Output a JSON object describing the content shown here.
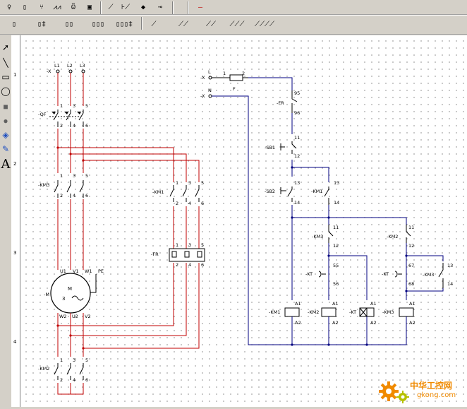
{
  "toolbar_top": {
    "icons": [
      "probe-icon",
      "fuse-icon",
      "switch-icon",
      "breaker-icon",
      "motor-icon",
      "box-icon",
      "contact-icon",
      "contact2-icon",
      "diode-icon",
      "terminal-icon",
      "line-icon"
    ]
  },
  "toolbar_bottom": {
    "icons": [
      "coil-icon",
      "double-coil-icon",
      "pair-coil-icon",
      "triple-coil-icon",
      "quad-coil-icon",
      "contact-a-icon",
      "contact-b-icon",
      "contact-c-icon",
      "contact-d-icon",
      "contact-e-icon"
    ]
  },
  "left_tools": {
    "text_tool": "A"
  },
  "ruler": {
    "rows": [
      "1",
      "2",
      "3",
      "4"
    ]
  },
  "diagram": {
    "main": {
      "phase_labels": [
        "L1",
        "L2",
        "L3"
      ],
      "supply_x": "-X",
      "qf": "-QF",
      "qf_top": [
        "1",
        "3",
        "5"
      ],
      "qf_bot": [
        "2",
        "4",
        "6"
      ],
      "km3": "-KM3",
      "km3_top": [
        "1",
        "3",
        "5"
      ],
      "km3_bot": [
        "2",
        "4",
        "6"
      ],
      "km1": "-KM1",
      "km1_top": [
        "1",
        "3",
        "5"
      ],
      "km1_bot": [
        "2",
        "4",
        "6"
      ],
      "fr": "-FR",
      "fr_top": [
        "1",
        "3",
        "5"
      ],
      "fr_bot": [
        "2",
        "4",
        "6"
      ],
      "motor": "-M",
      "motor_symbol": "M",
      "motor_phase": "3",
      "motor_terms_top": [
        "U1",
        "V1",
        "W1",
        "PE"
      ],
      "motor_terms_bot": [
        "W2",
        "U2",
        "V2"
      ],
      "km2": "-KM2",
      "km2_top": [
        "1",
        "3",
        "5"
      ],
      "km2_bot": [
        "2",
        "4",
        "6"
      ]
    },
    "control": {
      "x_l": "-X",
      "x_n": "-X",
      "l_label": "L",
      "n_label": "N",
      "fuse_1": "1",
      "fuse_2": "2",
      "fuse_sub": "F",
      "fr": "-FR",
      "fr_nums": [
        "95",
        "96"
      ],
      "sb1": "-SB1",
      "sb1_nums": [
        "11",
        "12"
      ],
      "sb2": "-SB2",
      "sb2_nums": [
        "13",
        "14"
      ],
      "km1_aux": "-KM1",
      "km1_aux_nums": [
        "13",
        "14"
      ],
      "km3_nc": "-KM3",
      "km3_nc_nums": [
        "11",
        "12"
      ],
      "km2_nc": "-KM2",
      "km2_nc_nums": [
        "11",
        "12"
      ],
      "kt_a": "-KT",
      "kt_a_nums": [
        "55",
        "56"
      ],
      "kt_b": "-KT",
      "kt_b_nums": [
        "67",
        "68"
      ],
      "km3_no": "-KM3",
      "km3_no_nums": [
        "13",
        "14"
      ],
      "coils": [
        {
          "label": "-KM1",
          "a1": "A1",
          "a2": "A2"
        },
        {
          "label": "-KM2",
          "a1": "A1",
          "a2": "A2"
        },
        {
          "label": "-KT",
          "a1": "A1",
          "a2": "A2"
        },
        {
          "label": "-KM3",
          "a1": "A1",
          "a2": "A2"
        }
      ]
    }
  },
  "watermark": {
    "title": "中华工控网",
    "url": "gkong.com"
  },
  "colors": {
    "power_wire": "#c00000",
    "control_wire": "#000080",
    "watermark_orange": "#f08a00"
  }
}
